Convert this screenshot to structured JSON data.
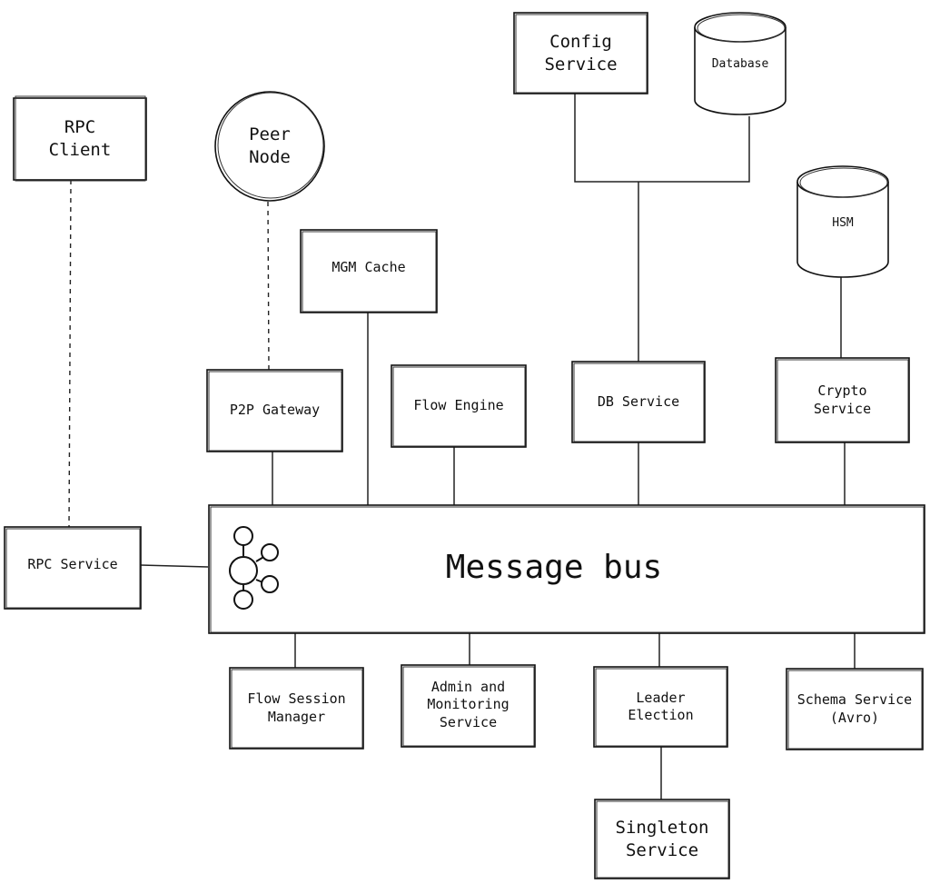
{
  "diagram": {
    "nodes": {
      "rpc_client": "RPC\nClient",
      "peer_node": "Peer\nNode",
      "config_service": "Config\nService",
      "database": "Database",
      "hsm": "HSM",
      "mgm_cache": "MGM Cache",
      "p2p_gateway": "P2P Gateway",
      "flow_engine": "Flow Engine",
      "db_service": "DB Service",
      "crypto_service": "Crypto\nService",
      "rpc_service": "RPC Service",
      "message_bus": "Message bus",
      "flow_session_manager": "Flow Session\nManager",
      "admin_monitoring_service": "Admin and\nMonitoring\nService",
      "leader_election": "Leader\nElection",
      "schema_service": "Schema Service\n(Avro)",
      "singleton_service": "Singleton\nService"
    },
    "icons": {
      "message_bus": "kafka-cluster-icon"
    },
    "colors": {
      "ink": "#111111",
      "background": "#ffffff"
    }
  }
}
